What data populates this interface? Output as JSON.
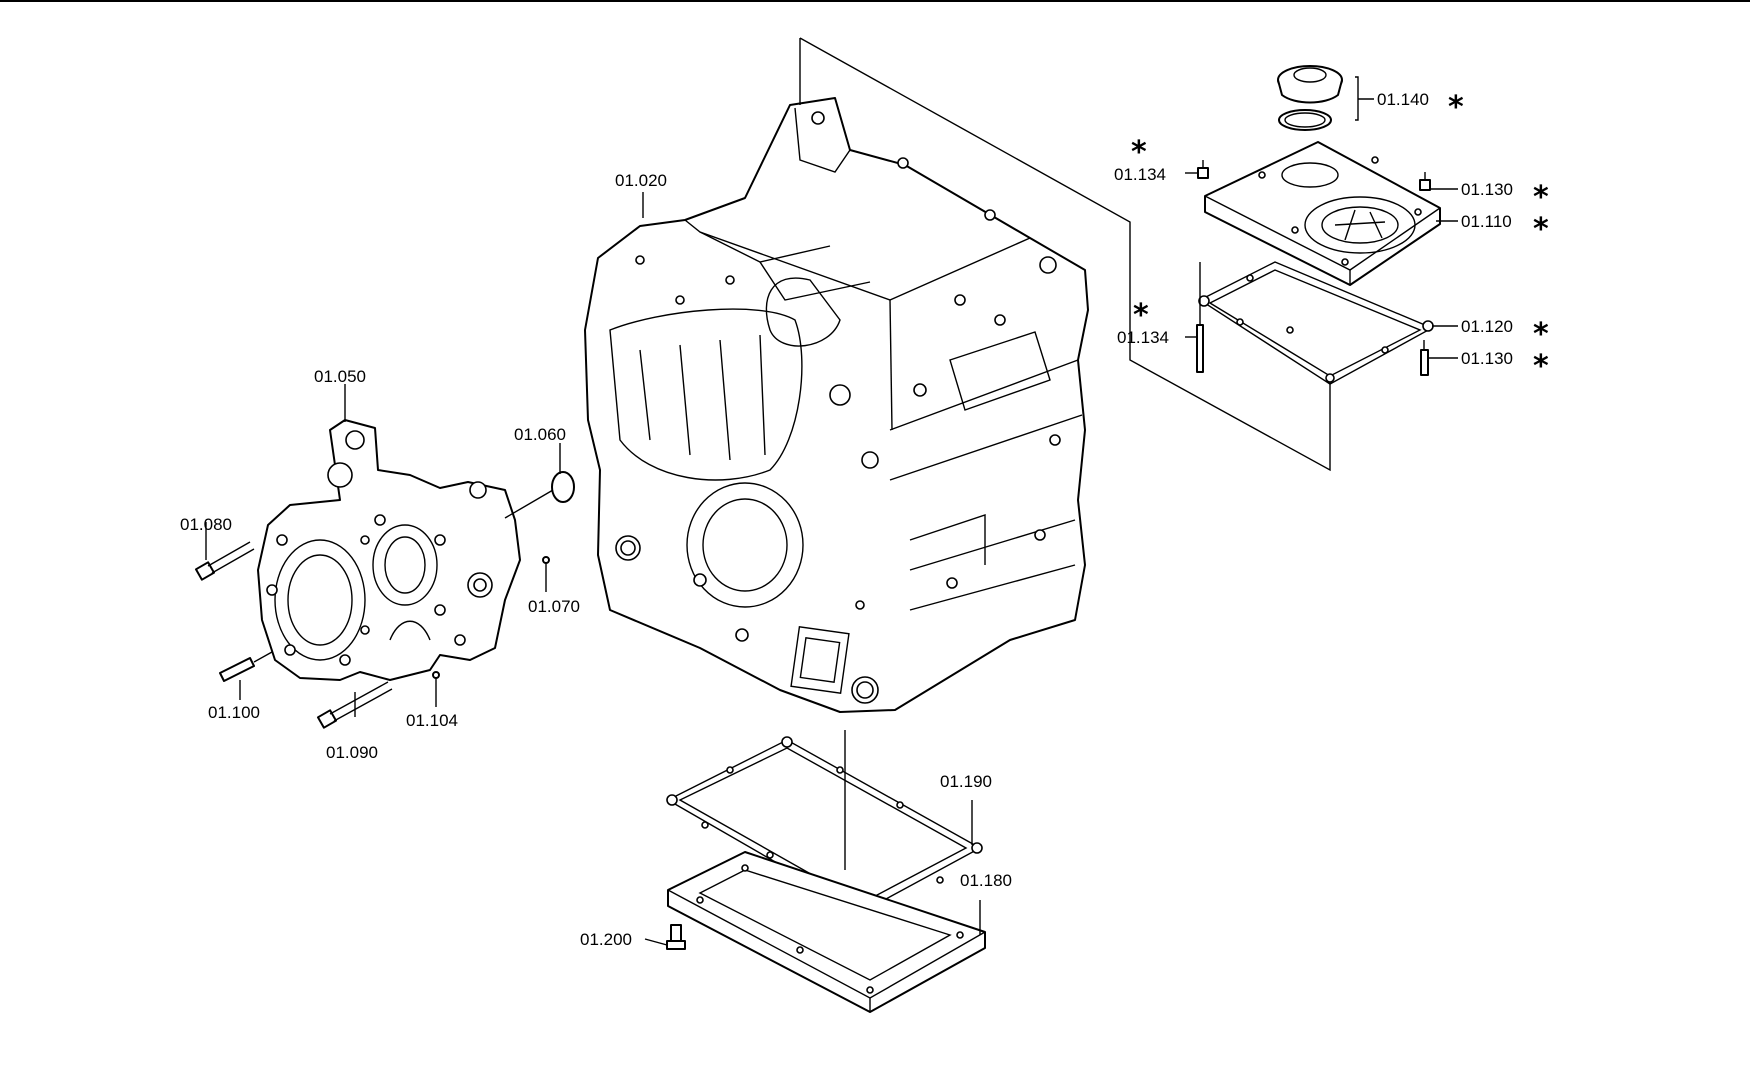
{
  "callouts": [
    {
      "id": "c-01020",
      "text": "01.020"
    },
    {
      "id": "c-01050",
      "text": "01.050"
    },
    {
      "id": "c-01060",
      "text": "01.060"
    },
    {
      "id": "c-01070",
      "text": "01.070"
    },
    {
      "id": "c-01080",
      "text": "01.080"
    },
    {
      "id": "c-01090",
      "text": "01.090"
    },
    {
      "id": "c-01100",
      "text": "01.100"
    },
    {
      "id": "c-01104",
      "text": "01.104"
    },
    {
      "id": "c-01110",
      "text": "01.110"
    },
    {
      "id": "c-01120",
      "text": "01.120"
    },
    {
      "id": "c-01130a",
      "text": "01.130"
    },
    {
      "id": "c-01130b",
      "text": "01.130"
    },
    {
      "id": "c-01134a",
      "text": "01.134"
    },
    {
      "id": "c-01134b",
      "text": "01.134"
    },
    {
      "id": "c-01140",
      "text": "01.140"
    },
    {
      "id": "c-01180",
      "text": "01.180"
    },
    {
      "id": "c-01190",
      "text": "01.190"
    },
    {
      "id": "c-01200",
      "text": "01.200"
    }
  ],
  "marker": "*"
}
